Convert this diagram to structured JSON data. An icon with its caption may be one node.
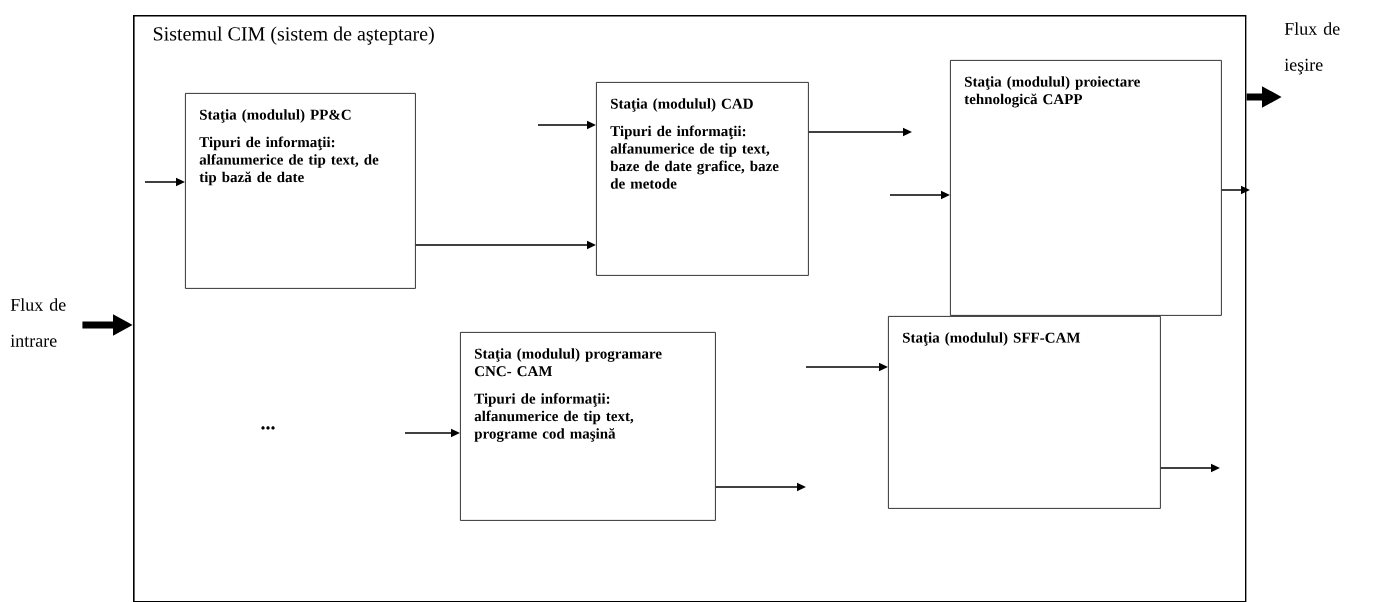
{
  "diagram": {
    "nodes": [
      {
        "text": [
          "Sistemul CIM (sistem de aşteptare)"
        ]
      },
      {
        "text": [
          "Staţia (modulul) PP&C",
          "Tipuri de informaţii: alfanumerice de tip text, de tip bază de date"
        ],
        "in": 0
      },
      {
        "text": [
          "Staţia (modulul) CAD",
          "Tipuri de informaţii: alfanumerice de tip text, baze de date grafice, baze de metode"
        ],
        "in": 0
      },
      {
        "text": [
          "Staţia (modulul) proiectare tehnologică CAPP"
        ],
        "in": 0
      },
      {
        "text": [
          "Staţia (modulul) programare CNC- CAM",
          "Tipuri de informaţii: alfanumerice de tip text, programe cod maşină"
        ],
        "in": 0
      },
      {
        "text": [
          "Staţia (modulul) SFF-CAM"
        ],
        "in": 0
      },
      {
        "text": [
          "Flux de intrare"
        ]
      },
      {
        "text": [
          "Flux de ieşire"
        ]
      }
    ],
    "edges": [
      {
        "from": null,
        "to": 1,
        "arrow": "to"
      },
      {
        "from": 1,
        "to": 2,
        "arrow": "to"
      },
      {
        "from": null,
        "to": 2,
        "arrow": "to"
      },
      {
        "from": 2,
        "to": null,
        "arrow": "to"
      },
      {
        "from": null,
        "to": 3,
        "arrow": "to"
      },
      {
        "from": 3,
        "to": null,
        "arrow": "to"
      },
      {
        "from": null,
        "to": 4,
        "arrow": "to"
      },
      {
        "from": 4,
        "to": null,
        "arrow": "to"
      },
      {
        "from": null,
        "to": 5,
        "arrow": "to"
      },
      {
        "from": 5,
        "to": null,
        "arrow": "to"
      },
      {
        "from": 6,
        "to": 0,
        "arrow": "to",
        "style": "thick"
      },
      {
        "from": 0,
        "to": 7,
        "arrow": "to",
        "style": "thick"
      }
    ],
    "labels": [
      "..."
    ]
  }
}
